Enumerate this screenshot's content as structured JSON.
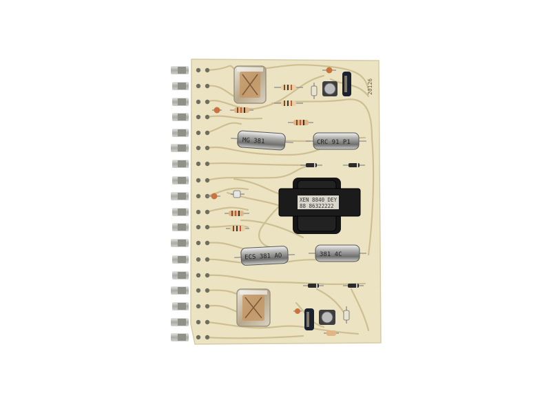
{
  "photo": {
    "subject": "printed-circuit-board",
    "background_color": "#ffffff",
    "board_color": "#ece3c2",
    "trace_color": "#cdbf92",
    "terminal_color": "#b9bbb4"
  },
  "board_labels": {
    "edge_code": "20126",
    "transformer_line1": "XEN 8840 DEY",
    "transformer_line2": "88 86322222",
    "cap_top_left": "MG 381",
    "cap_top_right": "CRC 91 P1",
    "cap_bottom_left": "ECS 381 AO",
    "cap_bottom_right": "381 4C"
  }
}
